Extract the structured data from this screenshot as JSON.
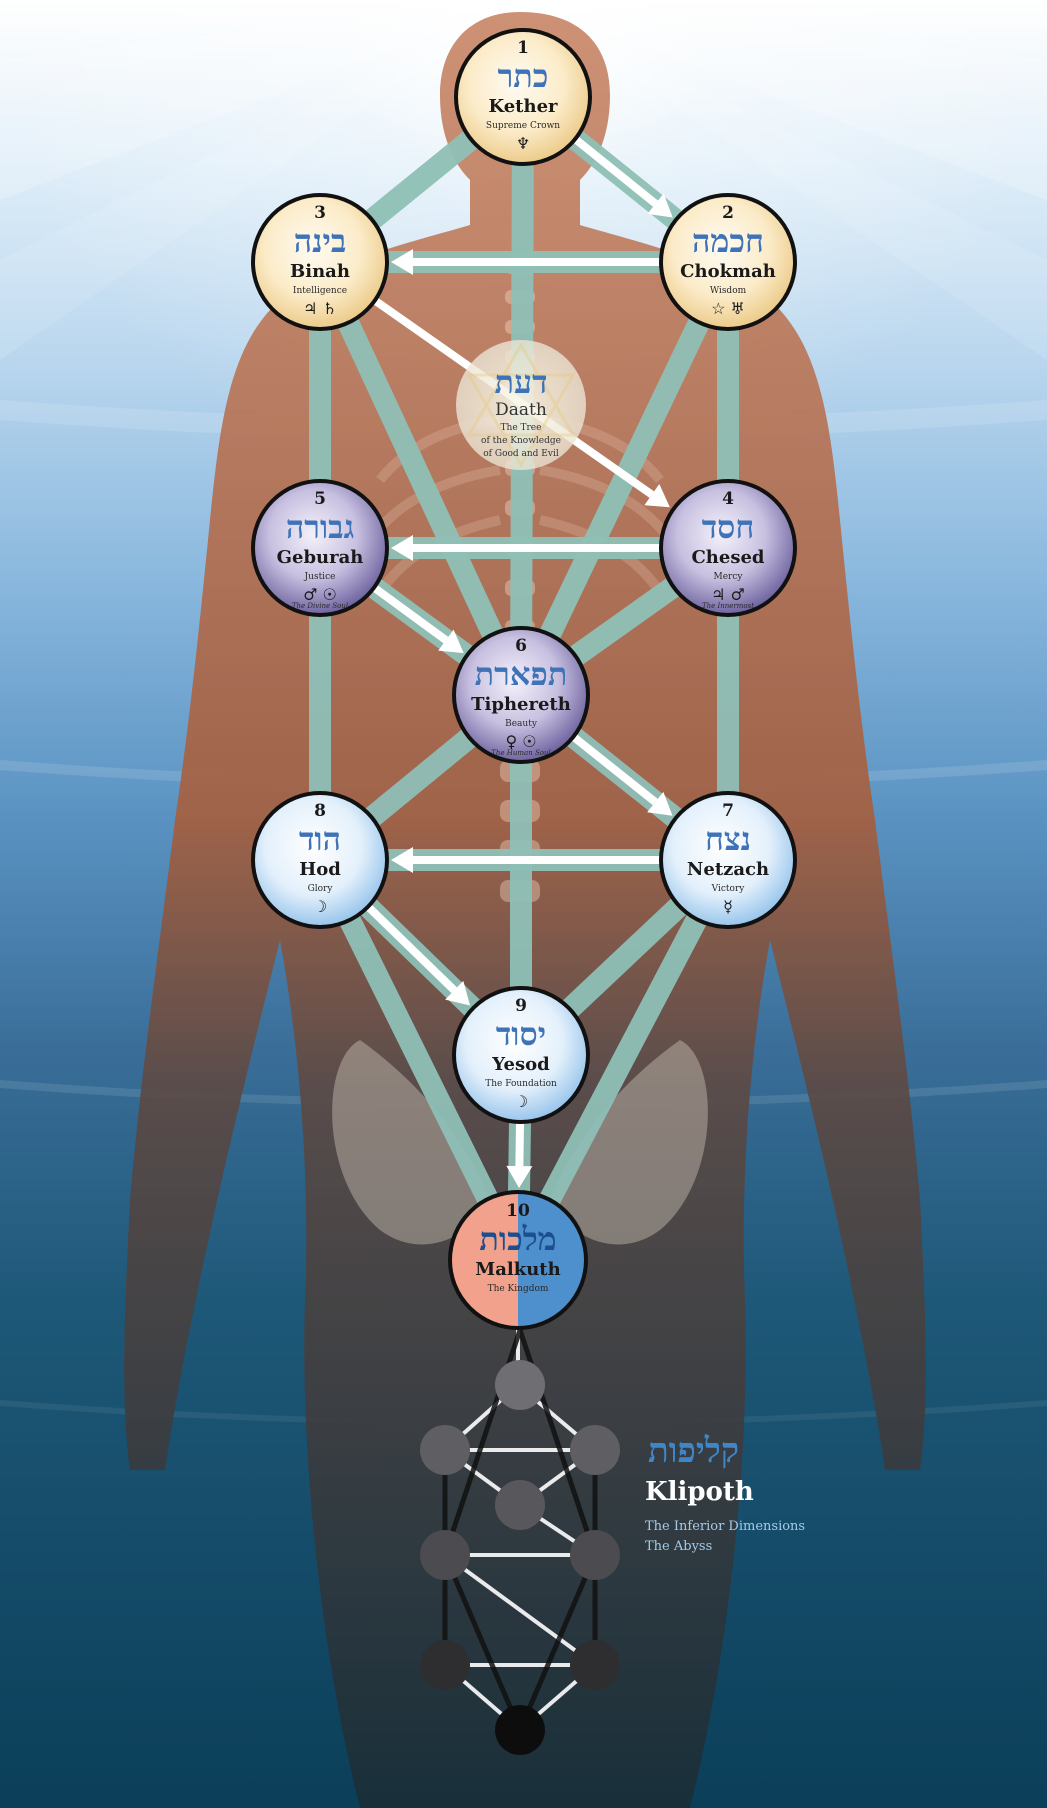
{
  "sephiroth": [
    {
      "id": "kether",
      "number": "1",
      "hebrew": "כתר",
      "name": "Kether",
      "subtitle": "Supreme Crown",
      "symbols": "♆",
      "subtitle2": "",
      "scheme": "gold"
    },
    {
      "id": "chokmah",
      "number": "2",
      "hebrew": "חכמה",
      "name": "Chokmah",
      "subtitle": "Wisdom",
      "symbols": "☆  ♅",
      "subtitle2": "",
      "scheme": "gold"
    },
    {
      "id": "binah",
      "number": "3",
      "hebrew": "בינה",
      "name": "Binah",
      "subtitle": "Intelligence",
      "symbols": "♃  ♄",
      "subtitle2": "",
      "scheme": "gold"
    },
    {
      "id": "chesed",
      "number": "4",
      "hebrew": "חסד",
      "name": "Chesed",
      "subtitle": "Mercy",
      "symbols": "♃        ♂",
      "subtitle2": "The Innermost",
      "scheme": "purple"
    },
    {
      "id": "geburah",
      "number": "5",
      "hebrew": "גבורה",
      "name": "Geburah",
      "subtitle": "Justice",
      "symbols": "♂        ☉",
      "subtitle2": "The Divine Soul",
      "scheme": "purple"
    },
    {
      "id": "tiphereth",
      "number": "6",
      "hebrew": "תפארת",
      "name": "Tiphereth",
      "subtitle": "Beauty",
      "symbols": "♀        ☉",
      "subtitle2": "The Human Soul",
      "scheme": "purple"
    },
    {
      "id": "netzach",
      "number": "7",
      "hebrew": "נצח",
      "name": "Netzach",
      "subtitle": "Victory",
      "symbols": "☿",
      "subtitle2": "",
      "scheme": "blue"
    },
    {
      "id": "hod",
      "number": "8",
      "hebrew": "הוד",
      "name": "Hod",
      "subtitle": "Glory",
      "symbols": "☽",
      "subtitle2": "",
      "scheme": "blue"
    },
    {
      "id": "yesod",
      "number": "9",
      "hebrew": "יסוד",
      "name": "Yesod",
      "subtitle": "The Foundation",
      "symbols": "☽",
      "subtitle2": "",
      "scheme": "blue"
    },
    {
      "id": "malkuth",
      "number": "10",
      "hebrew": "מלכות",
      "name": "Malkuth",
      "subtitle": "The Kingdom",
      "symbols": "",
      "subtitle2": "",
      "scheme": "split"
    }
  ],
  "daath": {
    "hebrew": "דעת",
    "name": "Daath",
    "description_lines": [
      "The Tree",
      "of the Knowledge",
      "of Good and Evil"
    ]
  },
  "klipoth": {
    "hebrew": "קליפות",
    "name": "Klipoth",
    "line1": "The Inferior Dimensions",
    "line2": "The Abyss"
  },
  "colors": {
    "path": "#8fbfb6",
    "arrow": "#ffffff",
    "gold_inner": "#fffaf0",
    "gold_outer": "#f3d9a6",
    "purple_inner": "#f1eef8",
    "purple_outer": "#7e74ab",
    "blue_inner": "#ffffff",
    "blue_outer": "#a9cff0",
    "malkuth_left": "#f2a28c",
    "malkuth_right": "#4e8fce",
    "hebrew_text": "#3f73b8",
    "sky_top": "#f7fbfe",
    "sky_mid": "#90bde0",
    "deep_bottom": "#0c4a68"
  }
}
